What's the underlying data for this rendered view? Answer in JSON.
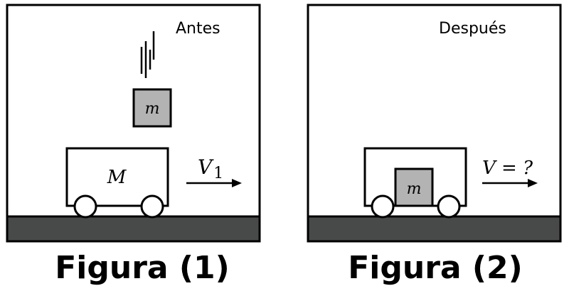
{
  "figure1": {
    "stage_label": "Antes",
    "block_label": "m",
    "cart_label": "M",
    "velocity_symbol": "V",
    "velocity_subscript": "1",
    "caption": "Figura (1)"
  },
  "figure2": {
    "stage_label": "Después",
    "block_label": "m",
    "velocity_label": "V = ?",
    "caption": "Figura (2)"
  },
  "colors": {
    "block_fill": "#b3b3b3",
    "ground_fill": "#474a48",
    "stroke": "#000000"
  }
}
